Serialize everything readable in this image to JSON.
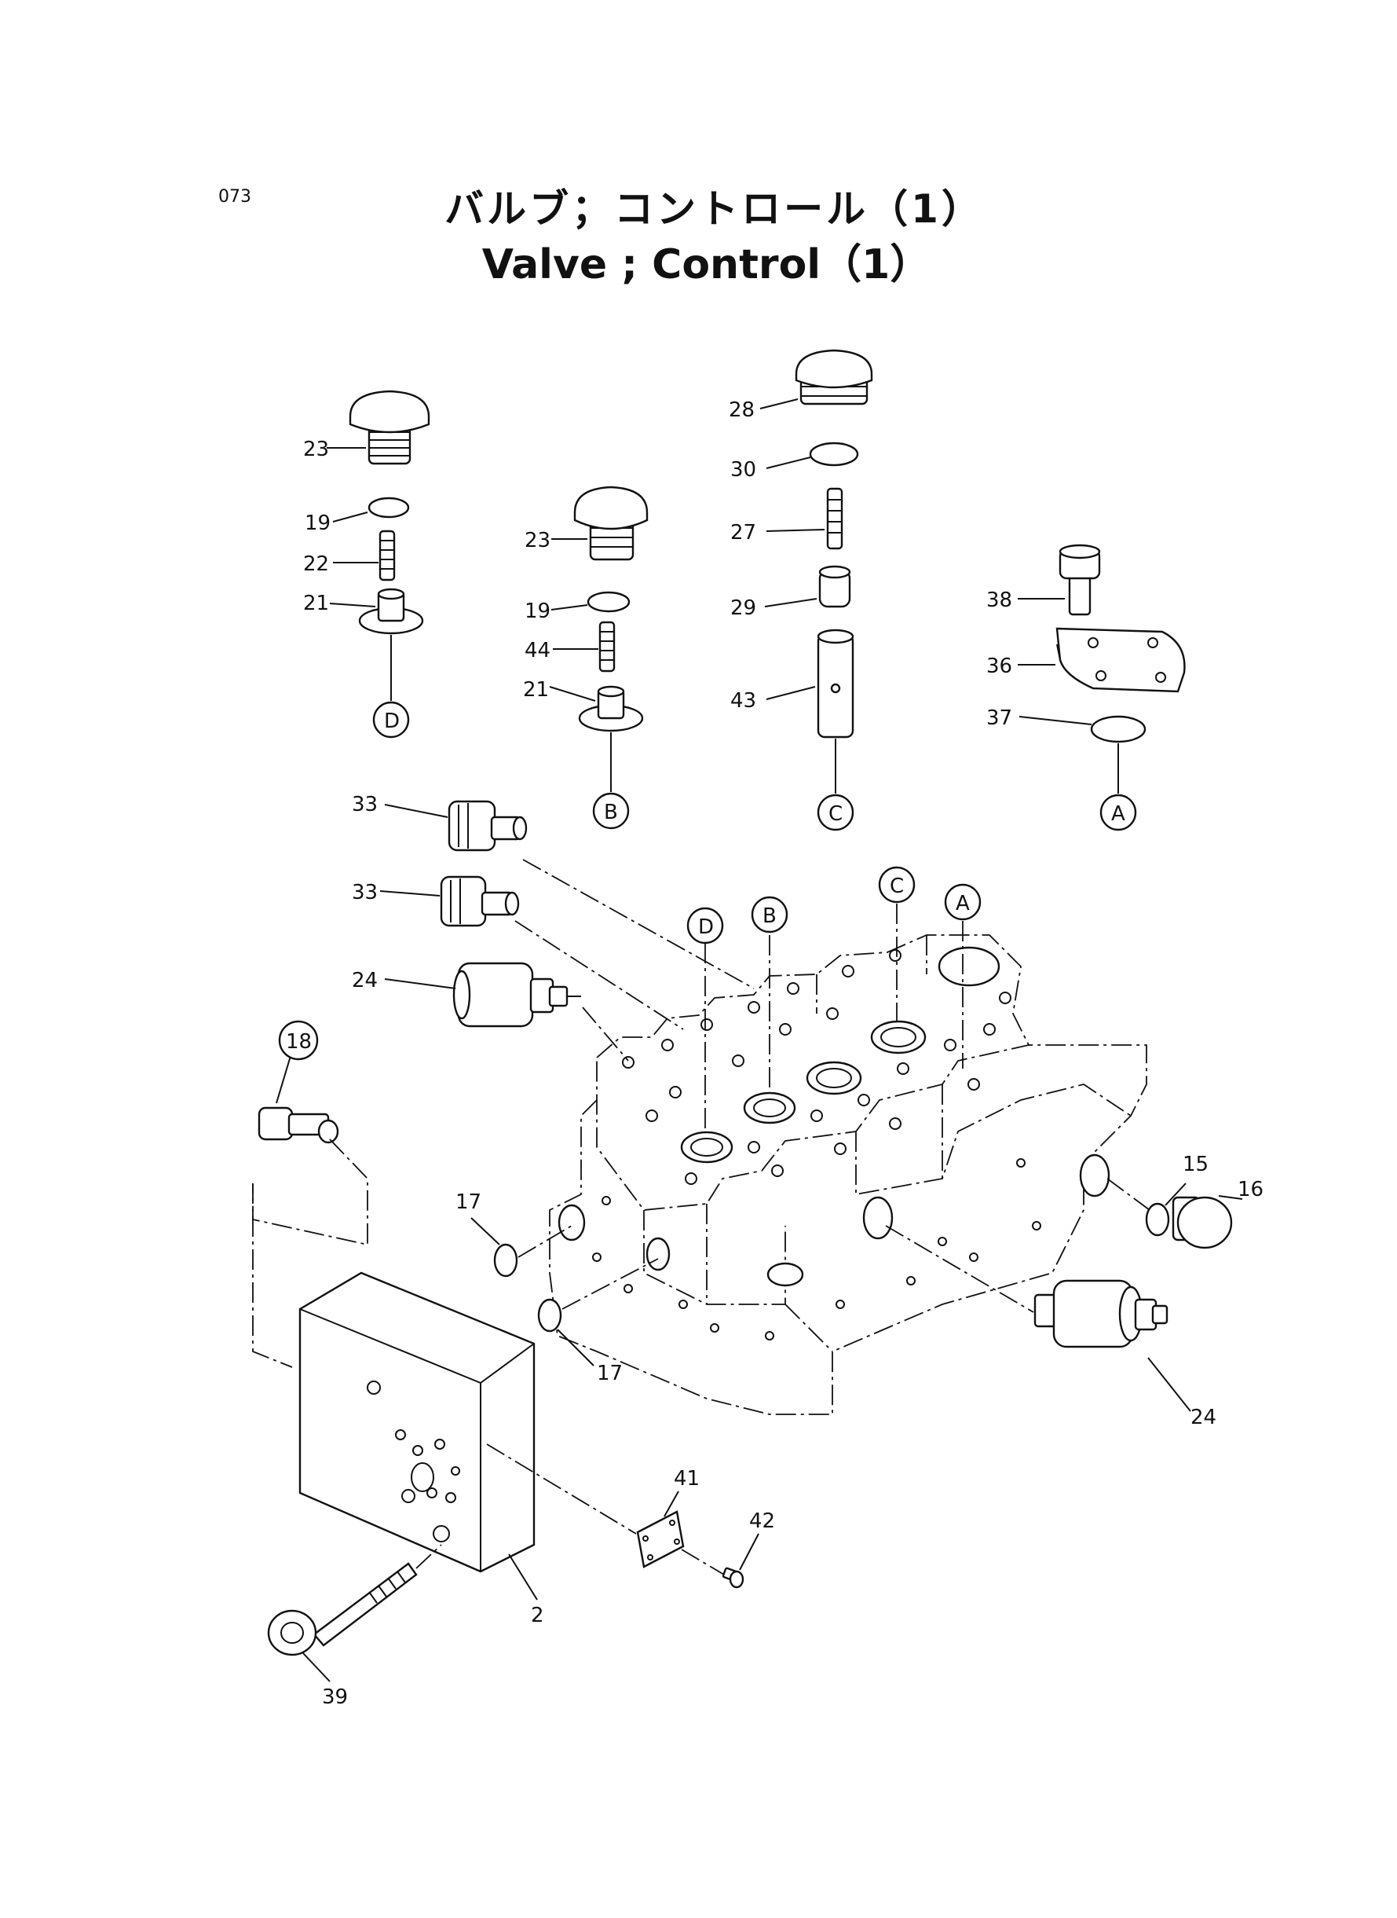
{
  "header": {
    "page_number": "073",
    "title_jp": "バルブ；コントロール（1）",
    "title_en": "Valve ; Control（1）"
  },
  "callouts": {
    "c23a": "23",
    "c19a": "19",
    "c22": "22",
    "c21a": "21",
    "c23b": "23",
    "c19b": "19",
    "c44": "44",
    "c21b": "21",
    "c28": "28",
    "c30": "30",
    "c27": "27",
    "c29": "29",
    "c43": "43",
    "c38": "38",
    "c36": "36",
    "c37": "37",
    "c33a": "33",
    "c33b": "33",
    "c24a": "24",
    "c18": "18",
    "c17a": "17",
    "c17b": "17",
    "c15": "15",
    "c16": "16",
    "c24b": "24",
    "c41": "41",
    "c42": "42",
    "c2": "2",
    "c39": "39"
  },
  "refs": {
    "d_top": "D",
    "b_top": "B",
    "c_top": "C",
    "a_top": "A",
    "d_body": "D",
    "b_body": "B",
    "c_body": "C",
    "a_body": "A"
  }
}
